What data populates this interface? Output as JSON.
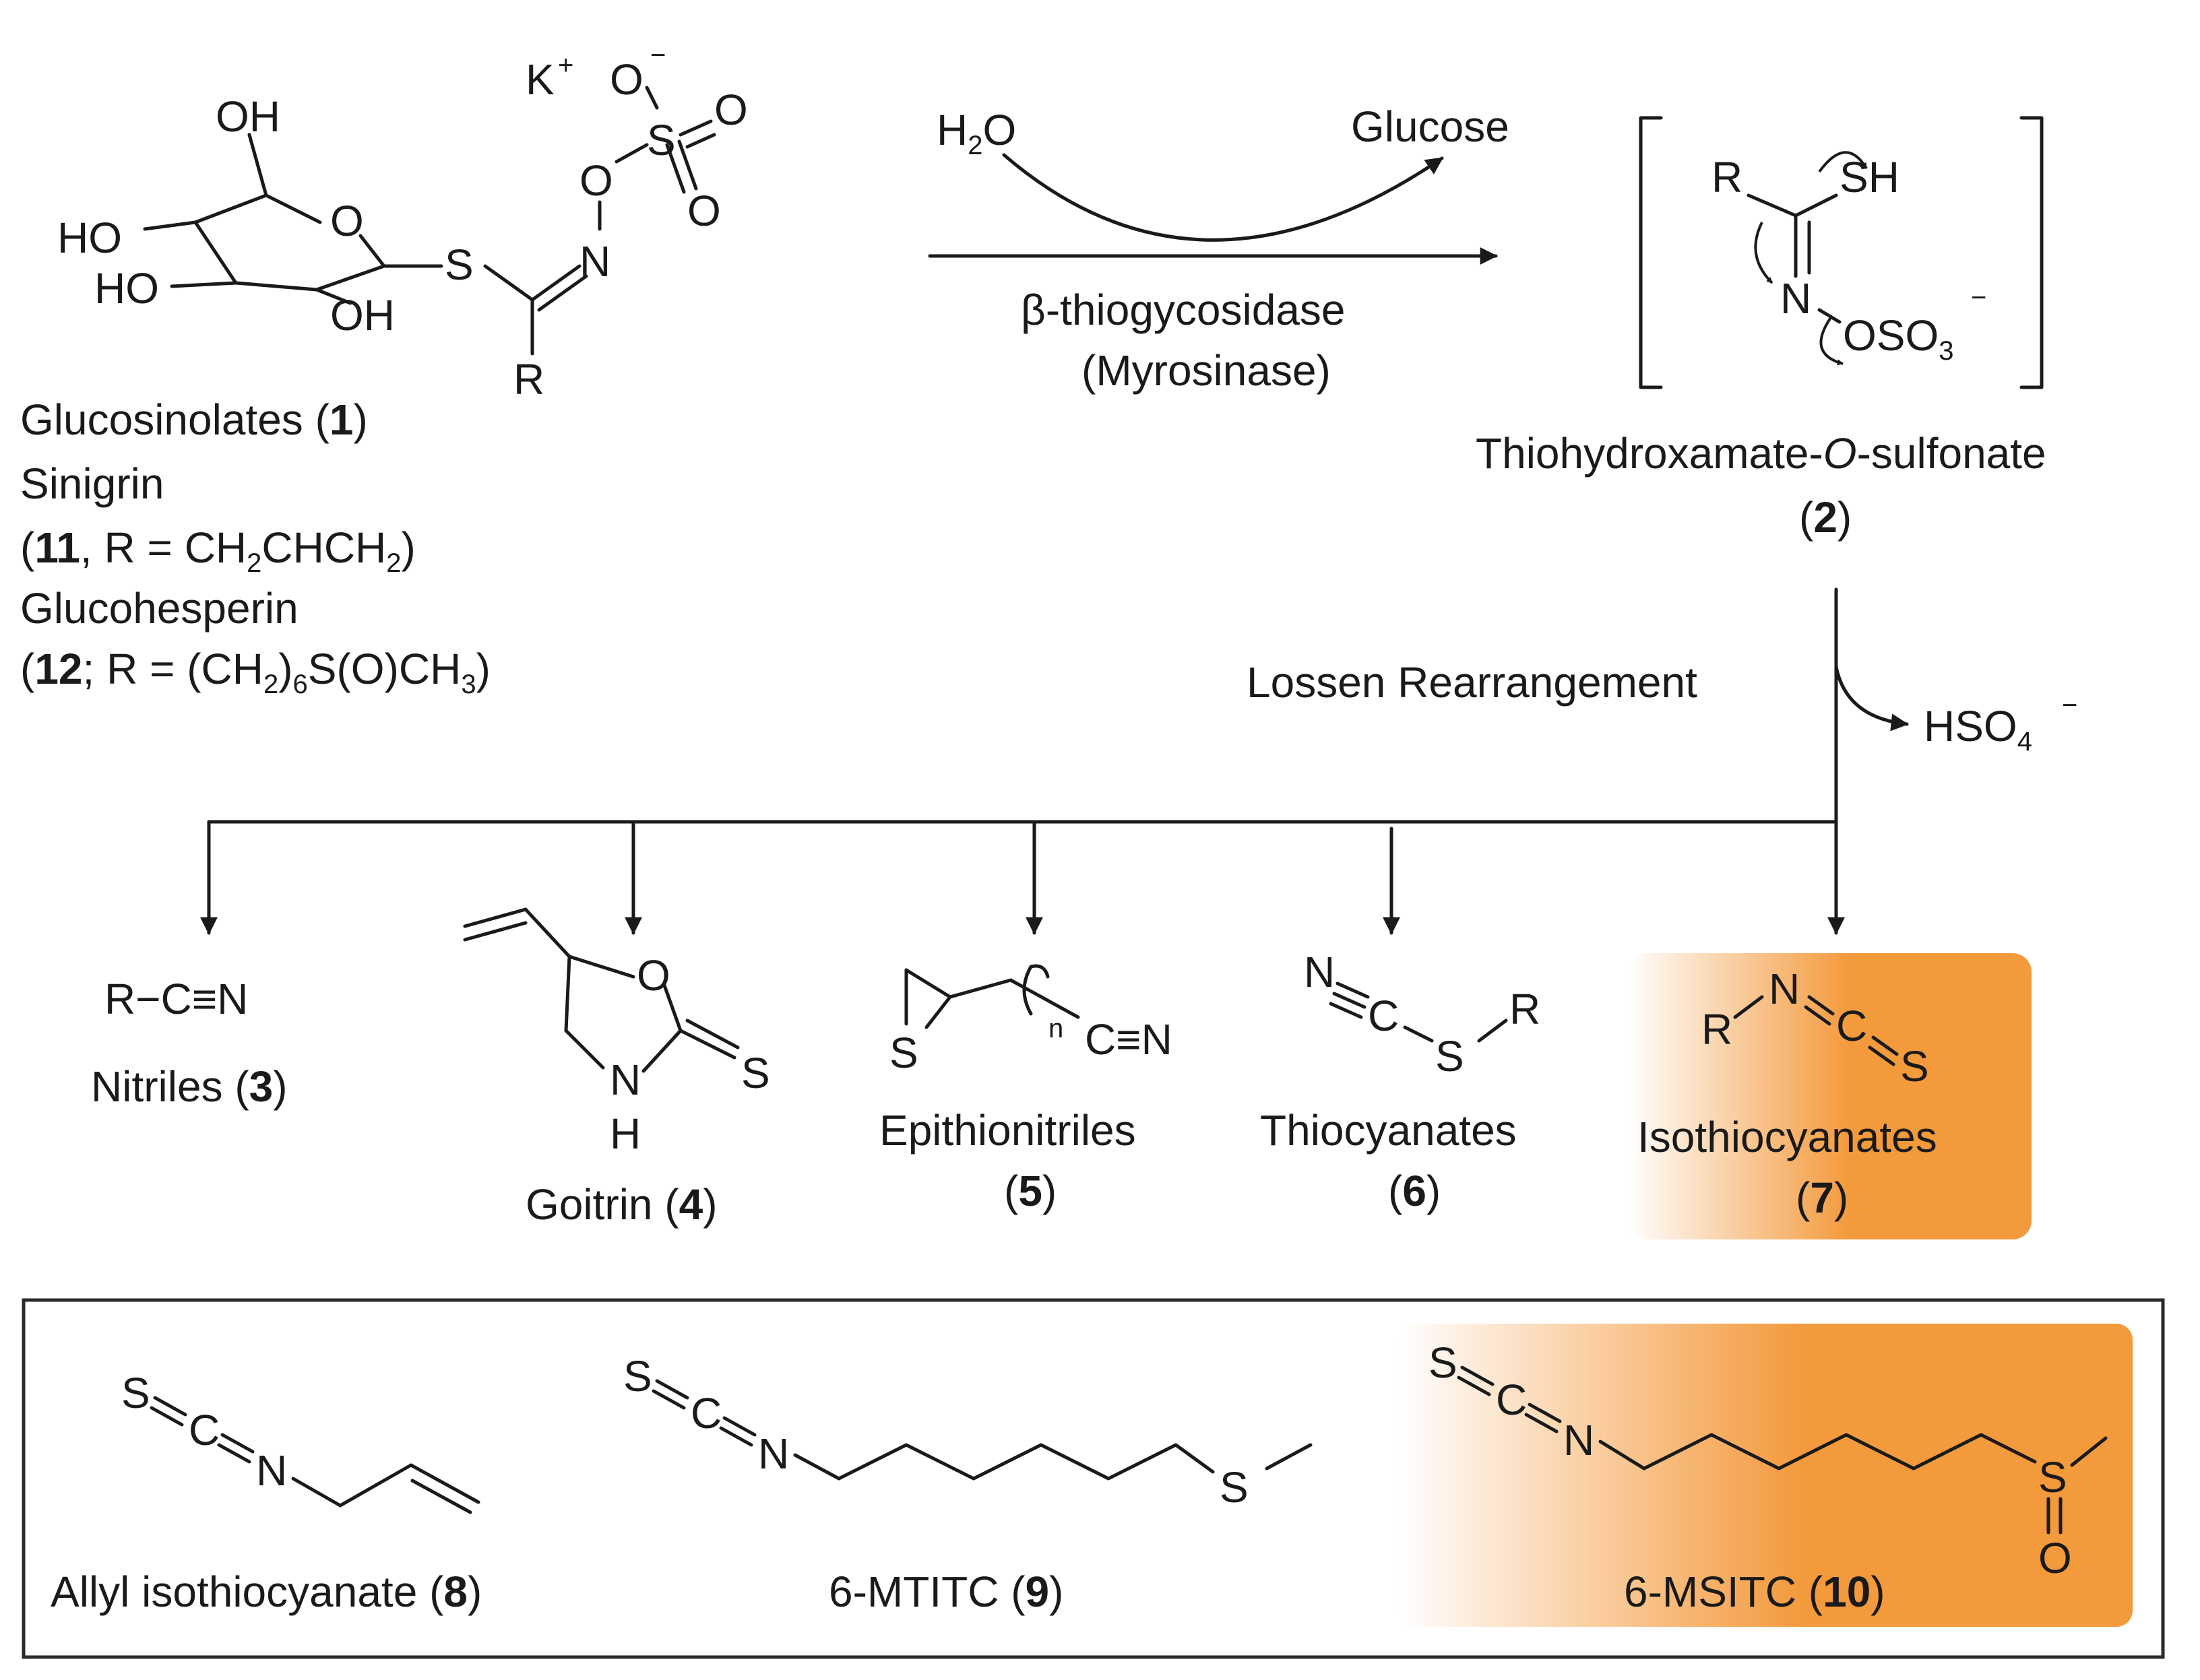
{
  "colors": {
    "highlight": "#f39a3c",
    "highlight_light": "#ffffff",
    "ink": "#1a1a1a"
  },
  "glucosinolate": {
    "title_text": "Glucosinolates (",
    "title_num": "1",
    "title_close": ")",
    "sinigrin": "Sinigrin",
    "sinigrin_num": "11",
    "sinigrin_r": ", R = CH",
    "sinigrin_r2": "CHCH",
    "sinigrin_close": ")",
    "glucohesperin": "Glucohesperin",
    "glucohesperin_num": "12",
    "glucohesperin_r": "; R = (CH",
    "glucohesperin_r2": ")",
    "glucohesperin_r3": "S(O)CH",
    "glucohesperin_close": ")",
    "sub_2": "2",
    "sub_6": "6",
    "sub_3": "3"
  },
  "atoms": {
    "OH": "OH",
    "HO": "HO",
    "O": "O",
    "S": "S",
    "N": "N",
    "R": "R",
    "K": "K",
    "plus": "+",
    "minus": "−",
    "SH": "SH",
    "OSO": "OSO",
    "three": "3",
    "H": "H",
    "C": "C",
    "n": "n",
    "RC": "R−C≡N",
    "CN": "C≡N"
  },
  "step1": {
    "water": "H",
    "water_sub": "2",
    "water_o": "O",
    "product": "Glucose",
    "enzyme": "β-thiogycosidase",
    "enzyme_alt": "(Myrosinase)"
  },
  "intermediate": {
    "name_pre": "Thiohydroxamate-",
    "name_o": "O",
    "name_post": "-sulfonate",
    "num": "2"
  },
  "step2": {
    "label": "Lossen Rearrangement",
    "byproduct": "HSO",
    "byproduct_sub": "4"
  },
  "products": [
    {
      "name": "Nitriles (",
      "num": "3",
      "close": ")"
    },
    {
      "name": "Goitrin (",
      "num": "4",
      "close": ")"
    },
    {
      "name": "Epithionitriles",
      "num": "5"
    },
    {
      "name": "Thiocyanates",
      "num": "6"
    },
    {
      "name": "Isothiocyanates",
      "num": "7"
    }
  ],
  "examples": [
    {
      "name": "Allyl isothiocyanate (",
      "num": "8",
      "close": ")"
    },
    {
      "name": "6-MTITC (",
      "num": "9",
      "close": ")"
    },
    {
      "name": "6-MSITC (",
      "num": "10",
      "close": ")"
    }
  ]
}
